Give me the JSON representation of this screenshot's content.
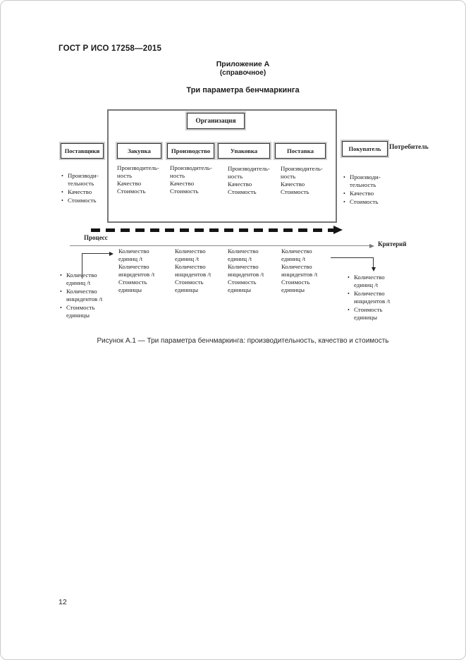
{
  "page": {
    "header": "ГОСТ Р ИСО 17258—2015",
    "appendix": {
      "title": "Приложение А",
      "subtitle": "(справочное)",
      "heading": "Три параметра бенчмаркинга"
    },
    "caption": "Рисунок А.1 — Три параметра бенчмаркинга: производительность, качество и стоимость",
    "page_number": "12"
  },
  "figure": {
    "organization": "Организация",
    "suppliers": "Поставщики",
    "buyer": "Покупатель",
    "consumer": "Потребитель",
    "process_axis": "Процесс",
    "criterion_axis": "Критерий",
    "stages": [
      "Закупка",
      "Производство",
      "Упаковка",
      "Поставка"
    ],
    "stage_params": "Производитель-\nность\nКачество\nСтоимость",
    "side_params": [
      "Производи-\nтельность",
      "Качество",
      "Стоимость"
    ],
    "stage_metrics": "Количество\nединиц /t\nКоличество\nинцидентов /t\nСтоимость\nединицы",
    "side_metrics": [
      "Количество\nединиц /t",
      "Количество\nинцидентов /t",
      "Стоимость\nединицы"
    ],
    "colors": {
      "ink": "#1a1a1a",
      "box_halo": "#cccccc",
      "arrow": "#141414"
    }
  }
}
